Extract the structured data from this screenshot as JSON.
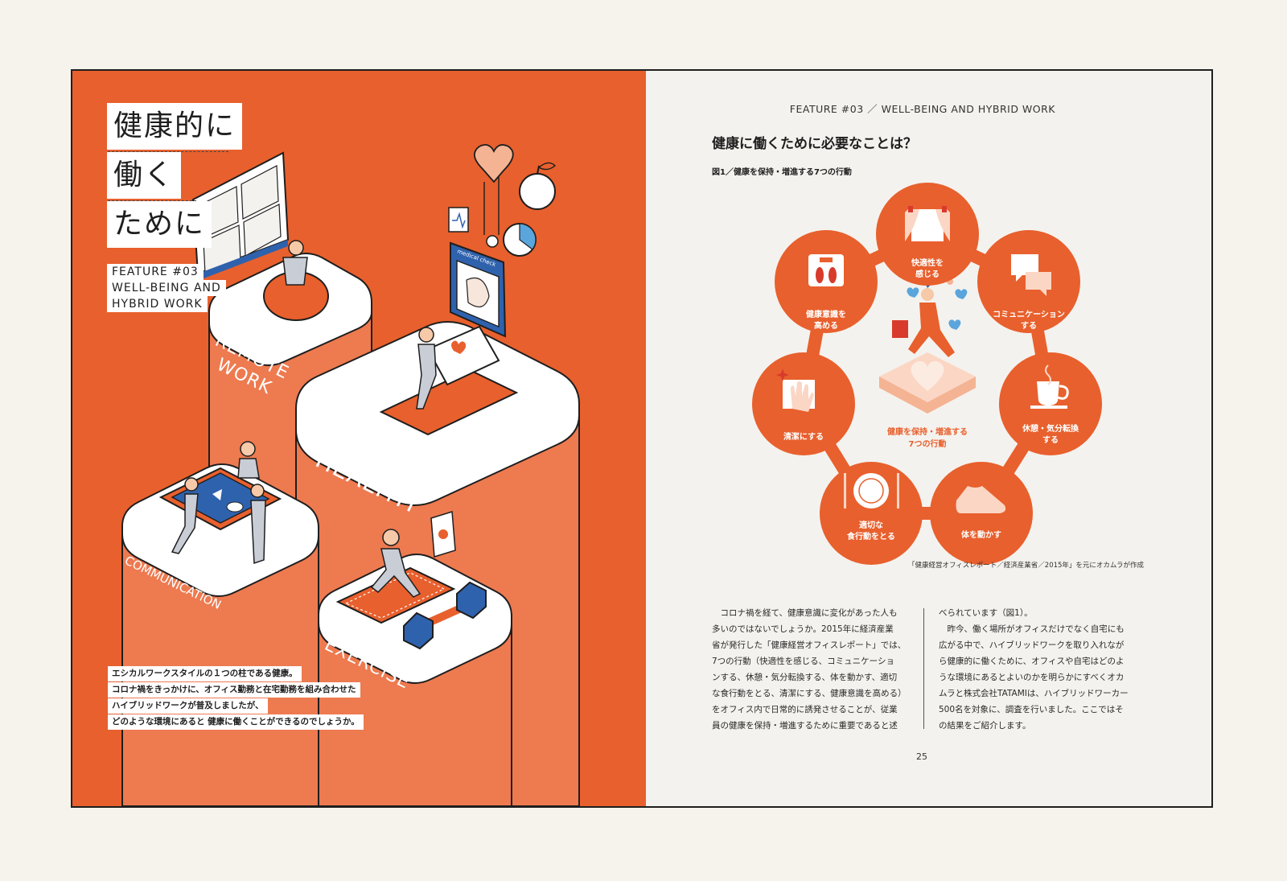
{
  "left_page": {
    "title_lines": [
      "健康的に",
      "働く",
      "ために"
    ],
    "feature_lines": [
      "FEATURE #03",
      "WELL-BEING AND",
      "HYBRID WORK"
    ],
    "pillar_labels": {
      "remote_work": [
        "REMOTE",
        "WORK"
      ],
      "healthy": "HEALTHY",
      "communication": "COMMUNICATION",
      "exercise": "EXERCISE"
    },
    "medical_check_label": "medical check",
    "caption_lines": [
      "エシカルワークスタイルの１つの柱である健康。",
      "コロナ禍をきっかけに、オフィス勤務と在宅勤務を組み合わせた",
      "ハイブリッドワークが普及しましたが、",
      "どのような環境にあると 健康に働くことができるのでしょうか。"
    ]
  },
  "right_page": {
    "header": "FEATURE #03 ／ WELL-BEING AND HYBRID WORK",
    "title": "健康に働くために必要なことは？",
    "figure_label": "図1／健康を保持・増進する7つの行動",
    "center_label": [
      "健康を保持・増進する",
      "7つの行動"
    ],
    "actions": [
      {
        "lines": [
          "快適性を",
          "感じる"
        ],
        "icon": "window-curtain-icon"
      },
      {
        "lines": [
          "コミュニケーション",
          "する"
        ],
        "icon": "speech-bubbles-icon"
      },
      {
        "lines": [
          "休憩・気分転換",
          "する"
        ],
        "icon": "coffee-cup-icon"
      },
      {
        "lines": [
          "体を動かす"
        ],
        "icon": "sneaker-icon"
      },
      {
        "lines": [
          "適切な",
          "食行動をとる"
        ],
        "icon": "plate-cutlery-icon"
      },
      {
        "lines": [
          "清潔にする"
        ],
        "icon": "hand-icon"
      },
      {
        "lines": [
          "健康意識を",
          "高める"
        ],
        "icon": "scale-icon"
      }
    ],
    "source": "「健康経営オフィスレポート／経済産業省／2015年」を元にオカムラが作成",
    "body_col1": [
      "　コロナ禍を経て、健康意識に変化があった人も",
      "多いのではないでしょうか。2015年に経済産業",
      "省が発行した「健康経営オフィスレポート」では、",
      "7つの行動（快適性を感じる、コミュニケーショ",
      "ンする、休憩・気分転換する、体を動かす、適切",
      "な食行動をとる、清潔にする、健康意識を高める）",
      "をオフィス内で日常的に誘発させることが、従業",
      "員の健康を保持・増進するために重要であると述"
    ],
    "body_col2": [
      "べられています（図1）。",
      "　昨今、働く場所がオフィスだけでなく自宅にも",
      "広がる中で、ハイブリッドワークを取り入れなが",
      "ら健康的に働くために、オフィスや自宅はどのよ",
      "うな環境にあるとよいのかを明らかにすべくオカ",
      "ムラと株式会社TATAMIは、ハイブリッドワーカー",
      "500名を対象に、調査を行いました。ここではそ",
      "の結果をご紹介します。"
    ],
    "page_number": "25"
  },
  "colors": {
    "orange": "#e8602d",
    "pillar": "#ee7a50",
    "blue": "#2f62ad",
    "light_blue": "#5aa5dc",
    "page_bg": "#f4f2ee"
  }
}
